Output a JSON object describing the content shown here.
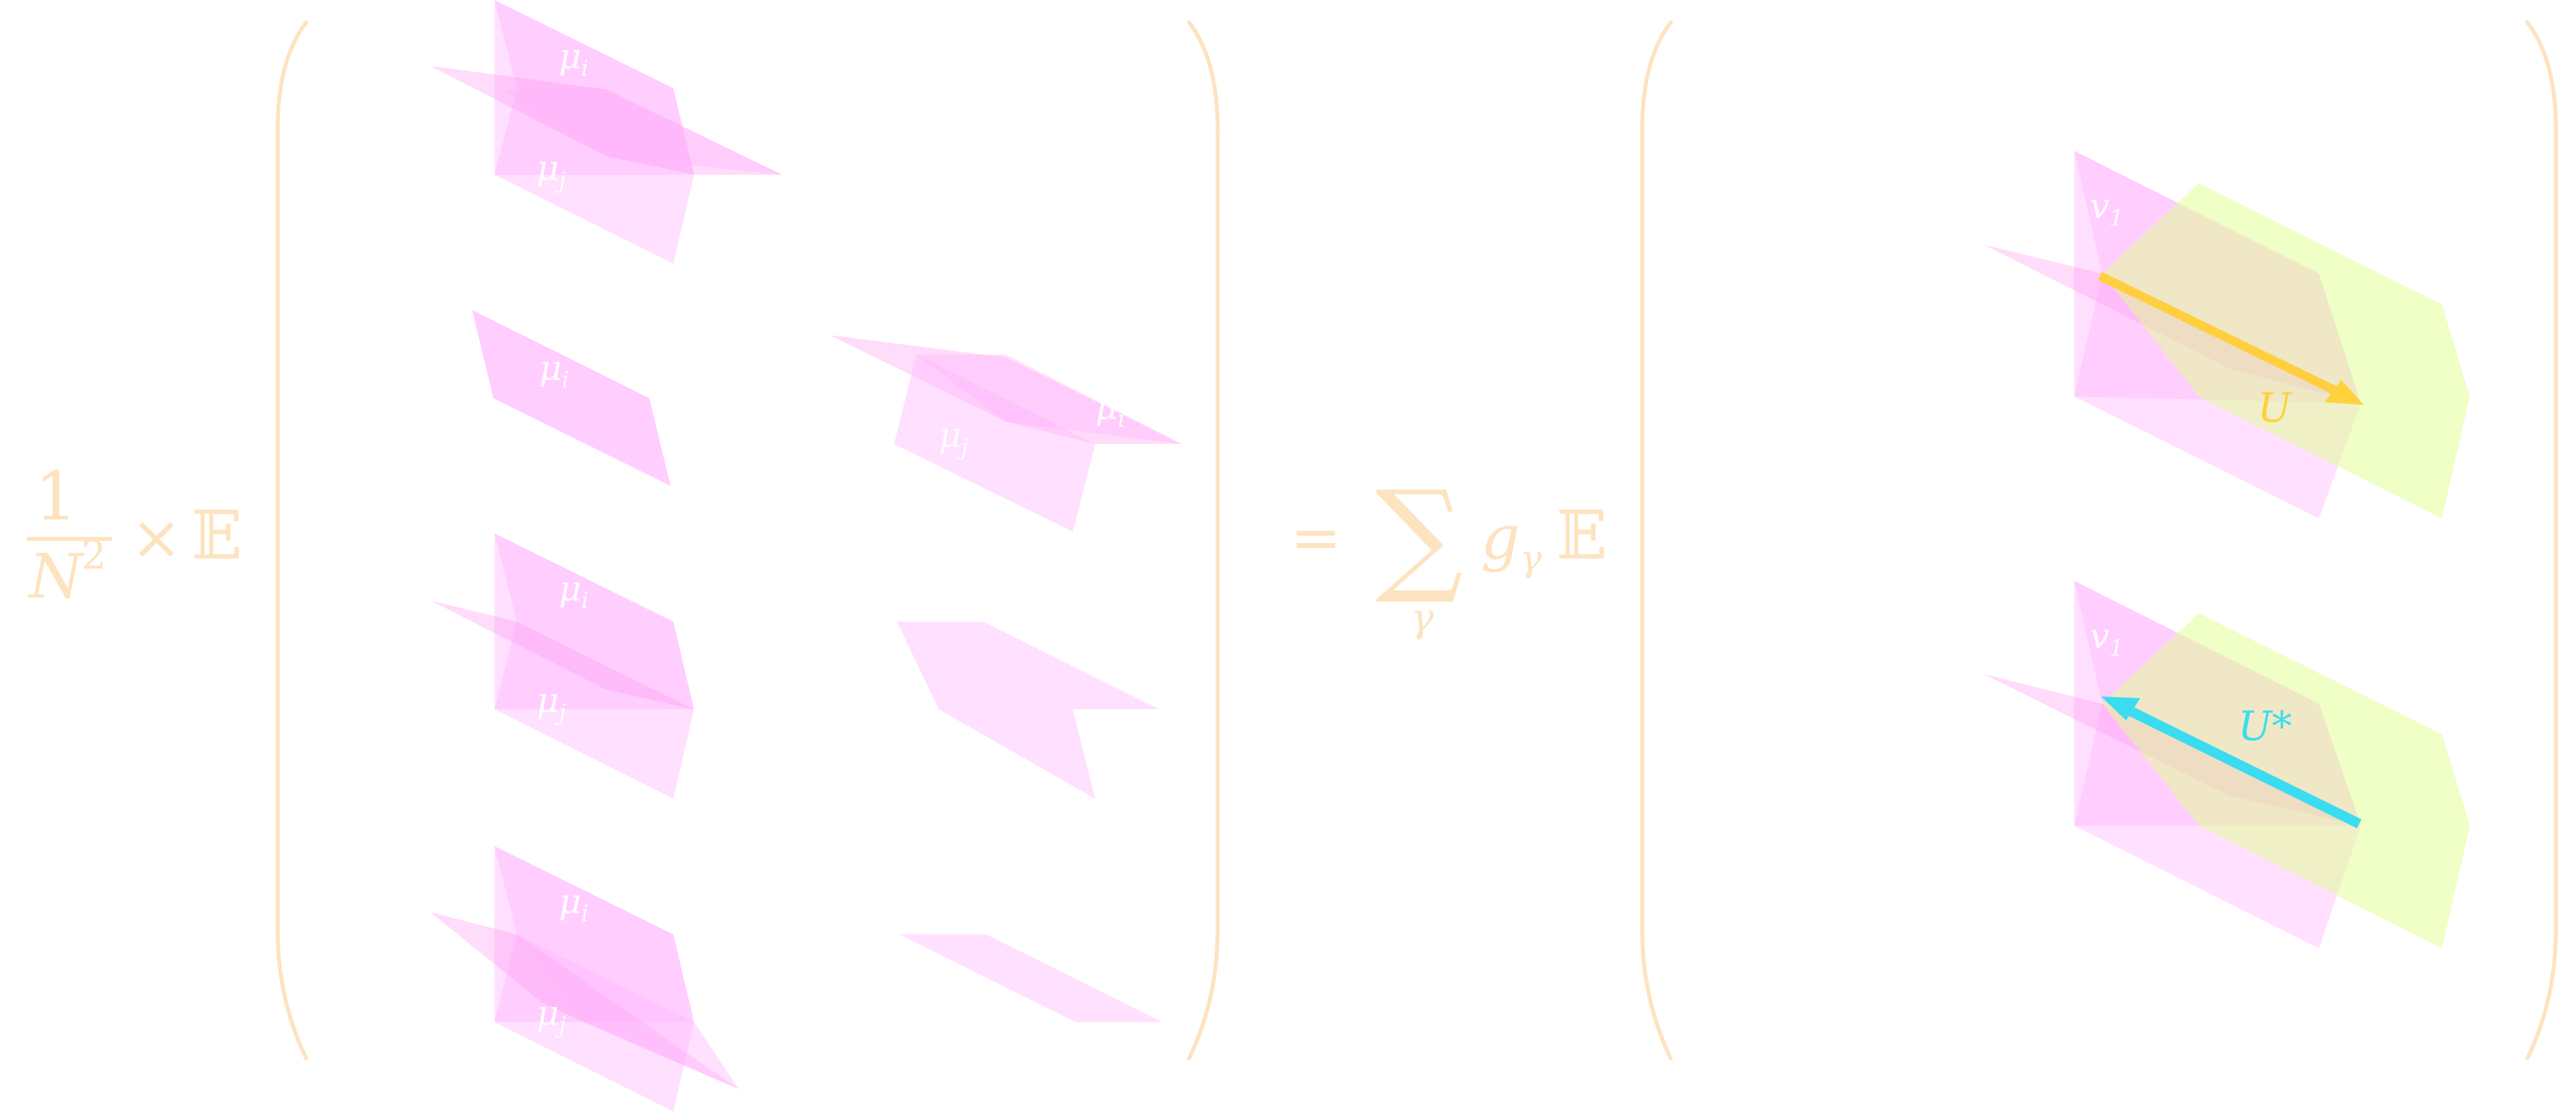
{
  "lhs": {
    "numerator": "1",
    "denominator": "N",
    "exponent": "2",
    "times": "×",
    "expectation": "𝔼"
  },
  "rhs": {
    "equals": "=",
    "sum_symbol": "∑",
    "sum_index": "γ",
    "coefficient": "g",
    "coefficient_sub": "γ",
    "expectation": "𝔼"
  },
  "plane_labels": {
    "mu_i": "μ",
    "mu_i_sub": "i",
    "mu_j": "μ",
    "mu_j_sub": "j",
    "v1": "v",
    "v1_sub": "1"
  },
  "arrows": {
    "upper_label": "U",
    "lower_label": "U*",
    "upper_color": "#ffd23c",
    "lower_color": "#3cdcf0"
  },
  "colors": {
    "math": "#fde3c0",
    "pink_plane": "#ffb4ff",
    "lime_plane": "#e0ff8c"
  }
}
